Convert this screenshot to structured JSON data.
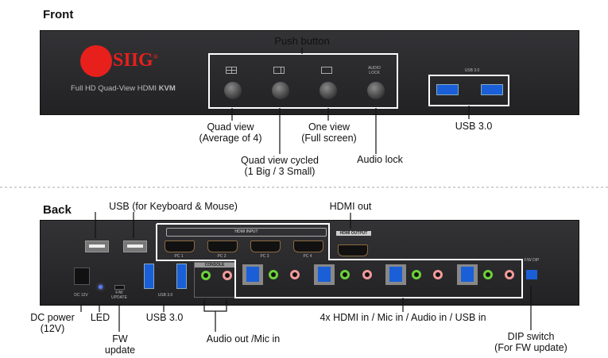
{
  "front": {
    "heading": "Front",
    "brand": "SIIG",
    "brand_mark": "®",
    "product": "Full HD Quad-View HDMI ",
    "product_bold": "KVM",
    "push_button_label": "Push button",
    "audio_lock_panel": "AUDIO LOCK",
    "usb_panel": "USB 3.0",
    "callouts": {
      "quad_view": [
        "Quad view",
        "(Average of 4)"
      ],
      "quad_cycled": [
        "Quad view cycled",
        "(1 Big / 3 Small)"
      ],
      "one_view": [
        "One view",
        "(Full screen)"
      ],
      "audio_lock": "Audio lock",
      "usb3": "USB 3.0"
    }
  },
  "back": {
    "heading": "Back",
    "hdmi_input": "HDMI INPUT",
    "hdmi_output": "HDMI OUTPUT",
    "pcs": [
      "PC 1",
      "PC 2",
      "PC 3",
      "PC 4"
    ],
    "console": "CONSOLE",
    "dc_panel": "DC 12V",
    "fw_panel": "F/W UPDATE",
    "usb_panel": "USB 3.0",
    "dip_panel": "F/W DIP",
    "callouts": {
      "usb_km": "USB (for Keyboard & Mouse)",
      "hdmi_out": "HDMI out",
      "dc_power": [
        "DC power",
        "(12V)"
      ],
      "led": "LED",
      "fw_update": [
        "FW",
        "update"
      ],
      "usb3": "USB 3.0",
      "audio": "Audio out /Mic in",
      "inputs": "4x HDMI in / Mic in / Audio in / USB in",
      "dip": [
        "DIP switch",
        "(For FW update)"
      ]
    }
  },
  "colors": {
    "brand_red": "#e8201c",
    "usb_blue": "#1a5fd8",
    "panel": "#2a2a2c"
  }
}
